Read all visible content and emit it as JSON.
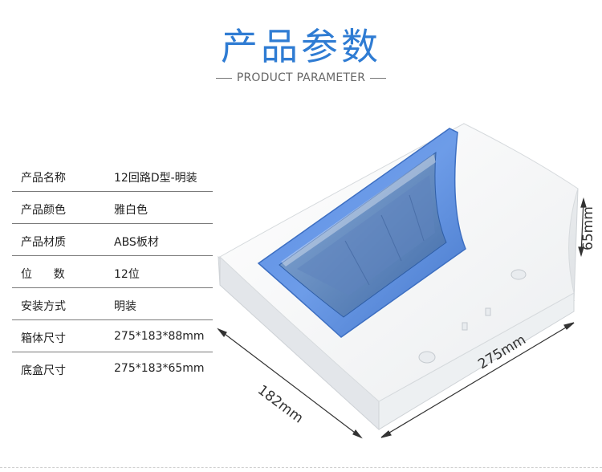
{
  "header": {
    "title": "产品参数",
    "subtitle": "PRODUCT PARAMETER"
  },
  "specs": [
    {
      "label": "产品名称",
      "value": "12回路D型-明装"
    },
    {
      "label": "产品颜色",
      "value": "雅白色"
    },
    {
      "label": "产品材质",
      "value": "ABS板材"
    },
    {
      "label": "位      数",
      "value": "12位"
    },
    {
      "label": "安装方式",
      "value": "明装"
    },
    {
      "label": "箱体尺寸",
      "value": "275*183*88mm"
    },
    {
      "label": "底盒尺寸",
      "value": "275*183*65mm"
    }
  ],
  "dimensions": {
    "width": "182mm",
    "length": "275mm",
    "height": "65mm"
  },
  "colors": {
    "title": "#2f7cd3",
    "cover_blue": "#4a86e8",
    "body_white": "#f4f5f6"
  }
}
